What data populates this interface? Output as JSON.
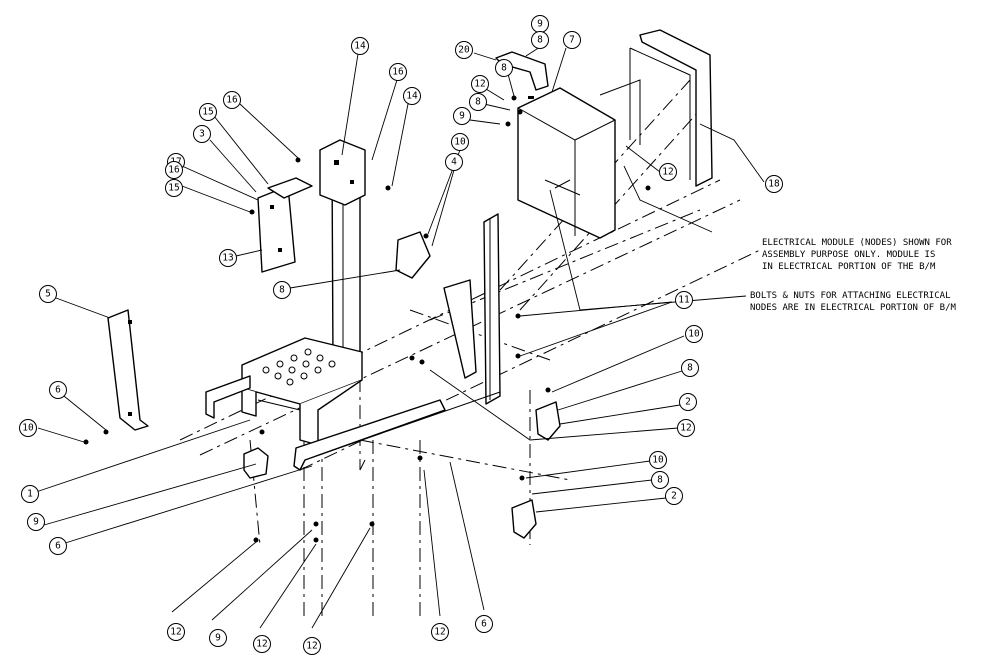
{
  "balloons": [
    {
      "id": "b-9-top",
      "label": "9"
    },
    {
      "id": "b-8-top",
      "label": "8"
    },
    {
      "id": "b-20",
      "label": "20"
    },
    {
      "id": "b-7",
      "label": "7"
    },
    {
      "id": "b-8-mid1",
      "label": "8"
    },
    {
      "id": "b-12-top",
      "label": "12"
    },
    {
      "id": "b-8-mid2",
      "label": "8"
    },
    {
      "id": "b-9-mid",
      "label": "9"
    },
    {
      "id": "b-14-a",
      "label": "14"
    },
    {
      "id": "b-16-a",
      "label": "16"
    },
    {
      "id": "b-14-b",
      "label": "14"
    },
    {
      "id": "b-16-b",
      "label": "16"
    },
    {
      "id": "b-15-a",
      "label": "15"
    },
    {
      "id": "b-3",
      "label": "3"
    },
    {
      "id": "b-17",
      "label": "17"
    },
    {
      "id": "b-16-c",
      "label": "16"
    },
    {
      "id": "b-15-b",
      "label": "15"
    },
    {
      "id": "b-10-a",
      "label": "10"
    },
    {
      "id": "b-4",
      "label": "4"
    },
    {
      "id": "b-13",
      "label": "13"
    },
    {
      "id": "b-8-b",
      "label": "8"
    },
    {
      "id": "b-12-right",
      "label": "12"
    },
    {
      "id": "b-18",
      "label": "18"
    },
    {
      "id": "b-5",
      "label": "5"
    },
    {
      "id": "b-11",
      "label": "11"
    },
    {
      "id": "b-10-b",
      "label": "10"
    },
    {
      "id": "b-8-c",
      "label": "8"
    },
    {
      "id": "b-2-a",
      "label": "2"
    },
    {
      "id": "b-12-c",
      "label": "12"
    },
    {
      "id": "b-6-a",
      "label": "6"
    },
    {
      "id": "b-10-c",
      "label": "10"
    },
    {
      "id": "b-10-d",
      "label": "10"
    },
    {
      "id": "b-8-d",
      "label": "8"
    },
    {
      "id": "b-2-b",
      "label": "2"
    },
    {
      "id": "b-1",
      "label": "1"
    },
    {
      "id": "b-9-b",
      "label": "9"
    },
    {
      "id": "b-6-b",
      "label": "6"
    },
    {
      "id": "b-12-d",
      "label": "12"
    },
    {
      "id": "b-9-c",
      "label": "9"
    },
    {
      "id": "b-12-e",
      "label": "12"
    },
    {
      "id": "b-12-f",
      "label": "12"
    },
    {
      "id": "b-12-g",
      "label": "12"
    },
    {
      "id": "b-6-c",
      "label": "6"
    }
  ],
  "notes": {
    "electrical_module": [
      "ELECTRICAL MODULE (NODES) SHOWN FOR",
      "ASSEMBLY PURPOSE ONLY.  MODULE IS",
      "IN ELECTRICAL PORTION OF THE B/M"
    ],
    "bolts_nuts": [
      "BOLTS & NUTS FOR ATTACHING ELECTRICAL",
      "NODES ARE IN ELECTRICAL PORTION OF B/M"
    ]
  }
}
